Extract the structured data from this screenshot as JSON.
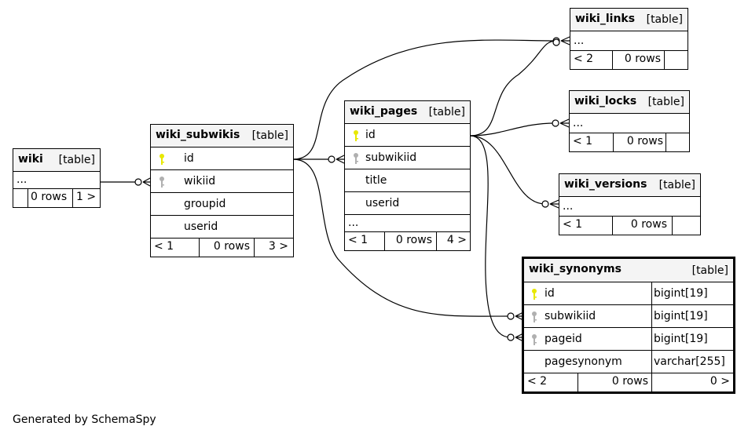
{
  "tag": "[table]",
  "caption": "Generated by SchemaSpy",
  "tables": {
    "wiki": {
      "name": "wiki",
      "ellipsis": "...",
      "rows": "0 rows",
      "children": "1 >"
    },
    "subwikis": {
      "name": "wiki_subwikis",
      "columns": [
        "id",
        "wikiid",
        "groupid",
        "userid"
      ],
      "parents": "< 1",
      "rows": "0 rows",
      "children": "3 >"
    },
    "pages": {
      "name": "wiki_pages",
      "columns": [
        "id",
        "subwikiid",
        "title",
        "userid"
      ],
      "ellipsis": "...",
      "parents": "< 1",
      "rows": "0 rows",
      "children": "4 >"
    },
    "links": {
      "name": "wiki_links",
      "ellipsis": "...",
      "parents": "< 2",
      "rows": "0 rows"
    },
    "locks": {
      "name": "wiki_locks",
      "ellipsis": "...",
      "parents": "< 1",
      "rows": "0 rows"
    },
    "versions": {
      "name": "wiki_versions",
      "ellipsis": "...",
      "parents": "< 1",
      "rows": "0 rows"
    },
    "synonyms": {
      "name": "wiki_synonyms",
      "columns": [
        {
          "name": "id",
          "type": "bigint[19]"
        },
        {
          "name": "subwikiid",
          "type": "bigint[19]"
        },
        {
          "name": "pageid",
          "type": "bigint[19]"
        },
        {
          "name": "pagesynonym",
          "type": "varchar[255]"
        }
      ],
      "parents": "< 2",
      "rows": "0 rows",
      "children": "0 >"
    }
  },
  "colors": {
    "primary_key": "#e8e800",
    "foreign_key": "#b0b0b0",
    "header_bg": "#f4f4f4",
    "line": "#000000"
  }
}
